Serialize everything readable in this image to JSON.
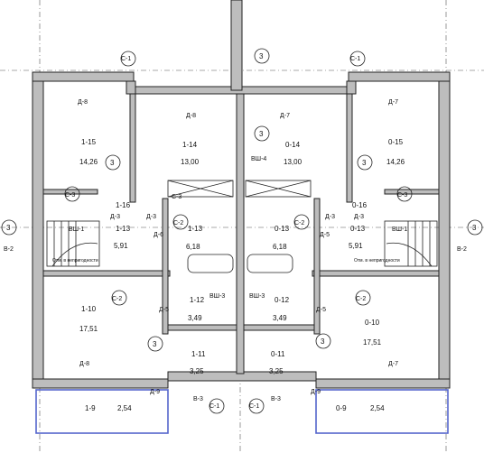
{
  "axes": {
    "top": "3",
    "left_mid": "3",
    "left_side": "В-2",
    "right_mid": "3",
    "right_side": "В-2"
  },
  "rooms": [
    {
      "id": "1-15",
      "area": "14,26"
    },
    {
      "id": "1-14",
      "area": "13,00"
    },
    {
      "id": "0-14",
      "area": "13,00"
    },
    {
      "id": "0-15",
      "area": "14,26"
    },
    {
      "id": "1-13",
      "area": "5,91"
    },
    {
      "id": "1-16",
      "area": ""
    },
    {
      "id": "0-13",
      "area": "5,91"
    },
    {
      "id": "0-16",
      "area": ""
    },
    {
      "id": "1-13",
      "area": "6,18"
    },
    {
      "id": "0-13",
      "area": "6,18"
    },
    {
      "id": "1-12",
      "area": "3,49"
    },
    {
      "id": "0-12",
      "area": "3,49"
    },
    {
      "id": "1-11",
      "area": "3,25"
    },
    {
      "id": "0-11",
      "area": "3,25"
    },
    {
      "id": "1-10",
      "area": "17,51"
    },
    {
      "id": "0-10",
      "area": "17,51"
    },
    {
      "id": "1-9",
      "area": "2,54"
    },
    {
      "id": "0-9",
      "area": "2,54"
    }
  ],
  "doors": [
    "Д-8",
    "Д-8",
    "Д-7",
    "Д-7",
    "Д-3",
    "Д-3",
    "Д-3",
    "Д-3",
    "Д-6",
    "Д-5",
    "Д-5",
    "Д-5",
    "Д-8",
    "Д-7",
    "Д-9",
    "Д-9"
  ],
  "partitions": [
    "С-1",
    "С-1",
    "С-1",
    "С-1",
    "С-2",
    "С-2",
    "С-2",
    "С-2",
    "С-3",
    "С-3",
    "С-3",
    "В-3",
    "В-3"
  ],
  "shafts": [
    "ВШ-1",
    "ВШ-3",
    "ВШ-4",
    "ВШ-3",
    "ВШ-1"
  ],
  "markers": [
    "3",
    "3",
    "3",
    "3",
    "3",
    "3",
    "3",
    "3"
  ],
  "notes": [
    "Отм. в непригодности",
    "Отм. в непригодности"
  ]
}
